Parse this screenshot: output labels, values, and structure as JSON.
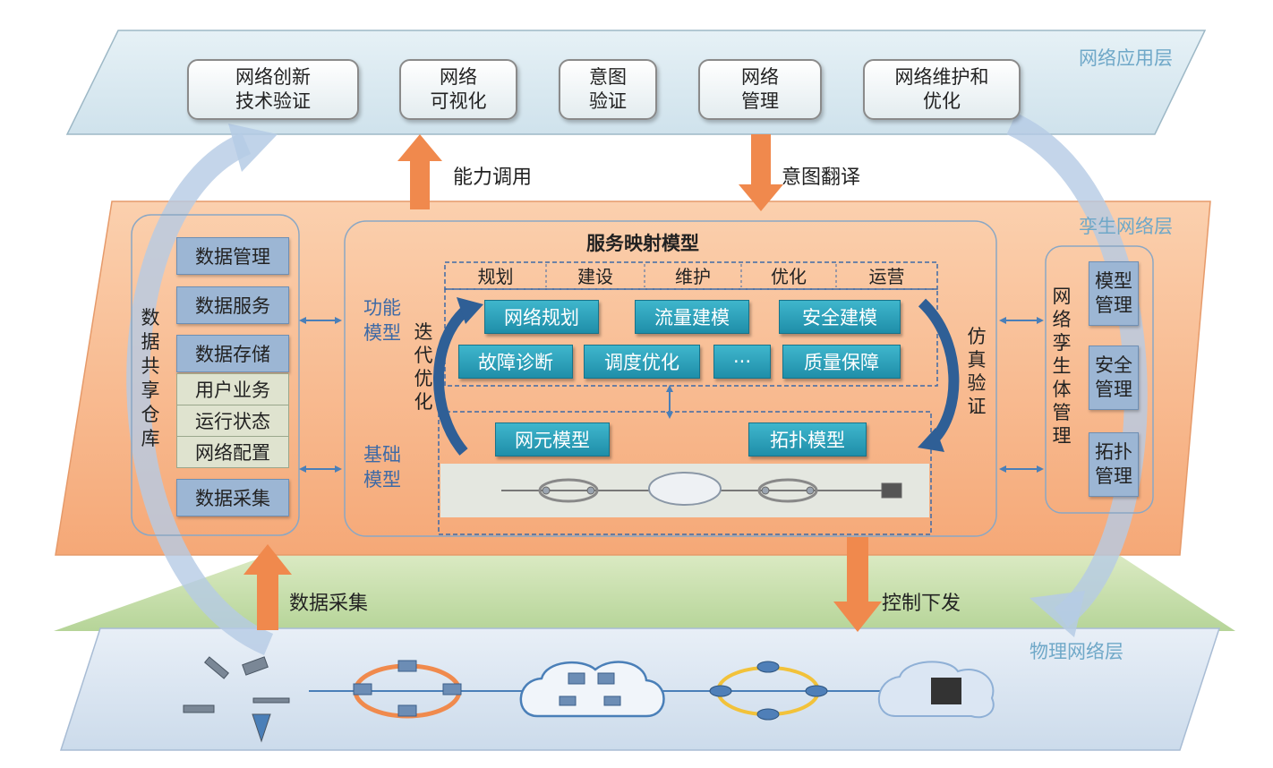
{
  "layers": {
    "application": "网络应用层",
    "twin": "孪生网络层",
    "physical": "物理网络层"
  },
  "app_boxes": [
    {
      "label": "网络创新\n技术验证"
    },
    {
      "label": "网络\n可视化"
    },
    {
      "label": "意图\n验证"
    },
    {
      "label": "网络\n管理"
    },
    {
      "label": "网络维护和\n优化"
    }
  ],
  "flows": {
    "capability_call": "能力调用",
    "intent_translation": "意图翻译",
    "data_collection": "数据采集",
    "control_issue": "控制下发"
  },
  "data_repo": {
    "title": "数据\n共享\n仓库",
    "items": [
      "数据管理",
      "数据服务",
      "数据存储",
      "用户业务",
      "运行状态",
      "网络配置",
      "数据采集"
    ]
  },
  "service_model": {
    "title": "服务映射模型",
    "function_model": "功能\n模型",
    "base_model": "基础\n模型",
    "iterative_opt": "迭\n代\n优\n化",
    "sim_verify": "仿\n真\n验\n证",
    "tabs": [
      "规划",
      "建设",
      "维护",
      "优化",
      "运营"
    ],
    "functions_row1": [
      "网络规划",
      "流量建模",
      "安全建模"
    ],
    "functions_row2": [
      "故障诊断",
      "调度优化",
      "···",
      "质量保障"
    ],
    "base_items": [
      "网元模型",
      "拓扑模型"
    ]
  },
  "twin_mgmt": {
    "title": "网\n络\n孪\n生\n体\n管\n理",
    "items": [
      "模型\n管理",
      "安全\n管理",
      "拓扑\n管理"
    ]
  },
  "colors": {
    "app_layer": "#dcebf2",
    "twin_layer": "#f8b98e",
    "physical_layer": "#dbe6f2",
    "arrow": "#f0894d",
    "cycle": "#b7cbe3",
    "teal": "#2aa0bb",
    "navy_box": "#9cb6d4"
  }
}
